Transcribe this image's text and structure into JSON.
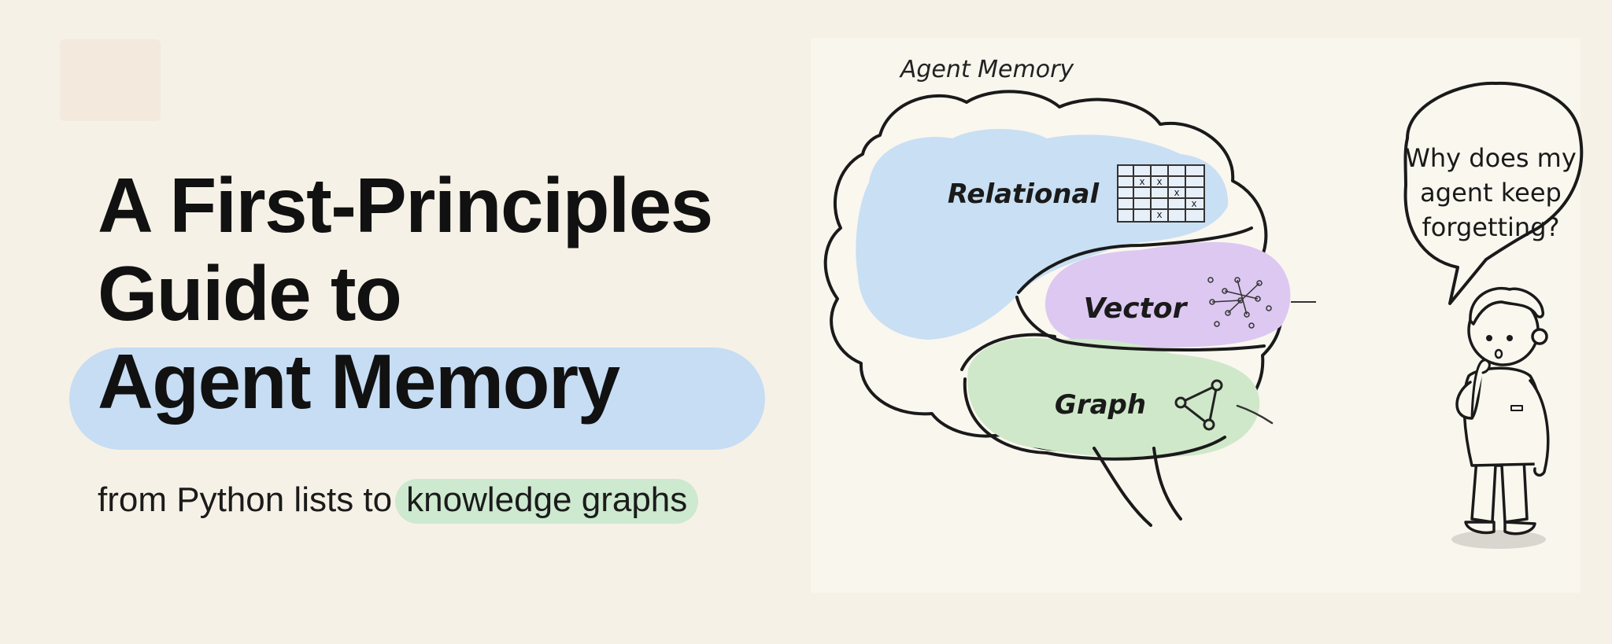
{
  "title": {
    "line1": "A First-Principles",
    "line2": "Guide to",
    "line3": "Agent Memory"
  },
  "subtitle": {
    "lead": "from Python lists to",
    "highlight": "knowledge graphs"
  },
  "illustration": {
    "heading": "Agent Memory",
    "regions": {
      "relational": "Relational",
      "vector": "Vector",
      "graph": "Graph"
    },
    "speech_bubble": {
      "line1": "Why does my",
      "line2": "agent keep",
      "line3": "forgetting?"
    },
    "table_marks": [
      "x",
      "x",
      "x",
      "x",
      "x"
    ],
    "colors": {
      "relational": "#c9dff3",
      "vector": "#dcc8f1",
      "graph": "#cfe8c9",
      "title_pill": "#c6ddf4",
      "subtitle_pill": "#cde9cf"
    }
  }
}
